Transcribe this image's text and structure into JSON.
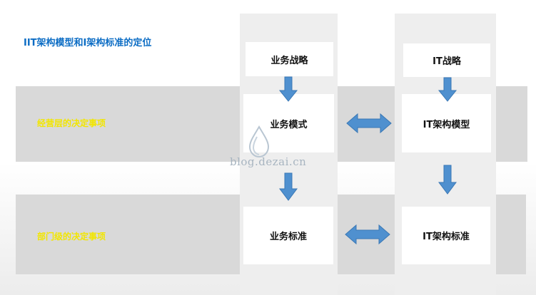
{
  "title": "IIT架构模型和I架构标准的定位",
  "bands": {
    "top_label": "经营层的决定事项",
    "bottom_label": "部门级的决定事项"
  },
  "boxes": {
    "biz_strategy": "业务战略",
    "it_strategy": "IT战略",
    "biz_model": "业务模式",
    "it_model": "IT架构模型",
    "biz_standard": "业务标准",
    "it_standard": "IT架构标准"
  },
  "watermark": {
    "text": "blog.dezai.cn",
    "icon": "droplet-logo-icon"
  },
  "colors": {
    "title": "#0b6cc4",
    "band_label": "#f2e600",
    "band_fill": "#d9d9d9",
    "column_fill": "#eeeeee",
    "arrow_fill": "#4f90cf",
    "arrow_stroke": "#3a78b5"
  }
}
